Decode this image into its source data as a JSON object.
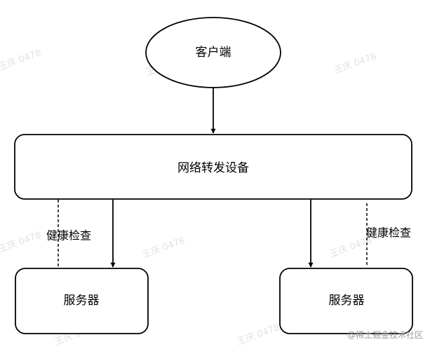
{
  "nodes": {
    "client": "客户端",
    "forwarder": "网络转发设备",
    "server_left": "服务器",
    "server_right": "服务器"
  },
  "edges": {
    "health_check_left": "健康检查",
    "health_check_right": "健康检查"
  },
  "watermark": "王庆 0478",
  "source_badge": "@稀土掘金技术社区",
  "colors": {
    "stroke": "#000000",
    "fill": "#ffffff",
    "watermark": "#e2e2e2"
  }
}
